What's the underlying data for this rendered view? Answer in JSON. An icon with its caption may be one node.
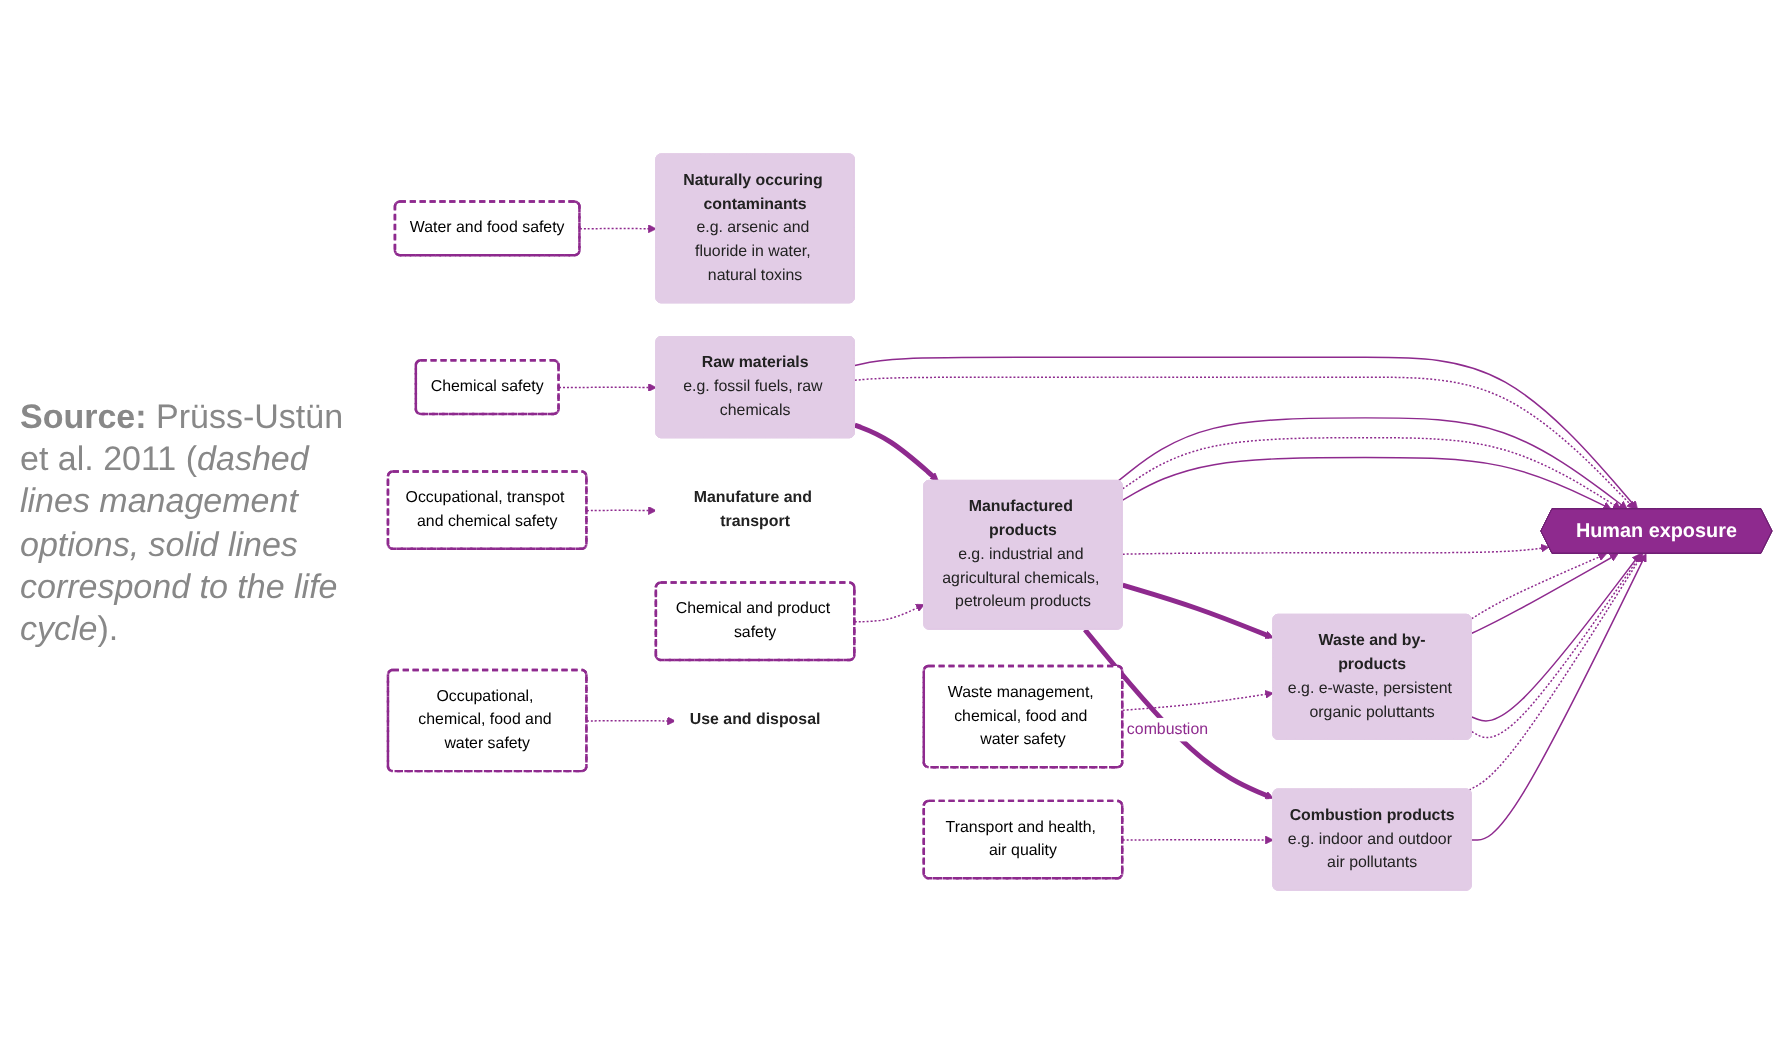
{
  "diagram": {
    "nodes": [
      {
        "text": [
          "Water and food safety"
        ]
      },
      {
        "text": [
          "Naturally occuring contaminants",
          "e.g. arsenic and fluoride in water, natural toxins"
        ]
      },
      {
        "text": [
          "Raw materials",
          "e.g. fossil fuels, raw chemicals"
        ]
      },
      {
        "text": [
          "Chemical safety"
        ]
      },
      {
        "text": [
          "Human exposure"
        ]
      },
      {
        "text": [
          "Occupational, transpot and chemical safety"
        ]
      },
      {
        "text": [
          "Manufature and transport"
        ]
      },
      {
        "text": [
          "Manufactured products",
          "e.g. industrial and agricultural chemicals, petroleum products"
        ]
      },
      {
        "text": [
          "Chemical and product safety"
        ]
      },
      {
        "text": [
          "Use and disposal"
        ]
      },
      {
        "text": [
          "Occupational, chemical, food and water safety"
        ]
      },
      {
        "text": [
          "Transport and health, air quality"
        ]
      },
      {
        "text": [
          "Combustion products",
          "e.g. indoor and outdoor air pollutants"
        ]
      },
      {
        "text": [
          "Waste and by-products",
          "e.g. e-waste, persistent organic poluttants"
        ]
      },
      {
        "text": [
          "Waste management, chemical, food and water safety"
        ]
      }
    ],
    "edges": [
      {
        "from": 0,
        "to": 1,
        "arrow": "to",
        "style": "dashed"
      },
      {
        "from": 3,
        "to": 2,
        "arrow": "to",
        "style": "dashed"
      },
      {
        "from": 2,
        "to": 4,
        "arrow": "to"
      },
      {
        "from": 2,
        "to": 4,
        "arrow": "to",
        "style": "dashed"
      },
      {
        "from": 2,
        "to": 7,
        "arrow": "to",
        "style": "thick"
      },
      {
        "from": 5,
        "to": 6,
        "arrow": "to",
        "style": "dashed"
      },
      {
        "from": 7,
        "to": 4,
        "arrow": "to"
      },
      {
        "from": 7,
        "to": 4,
        "arrow": "to",
        "style": "dashed"
      },
      {
        "from": 8,
        "to": 7,
        "arrow": "to",
        "style": "dashed"
      },
      {
        "from": 7,
        "to": 4,
        "arrow": "to"
      },
      {
        "from": 7,
        "to": 4,
        "arrow": "to",
        "style": "dashed"
      },
      {
        "from": 7,
        "to": 13,
        "arrow": "to",
        "style": "thick"
      },
      {
        "from": 10,
        "to": 9,
        "arrow": "to",
        "style": "dashed"
      },
      {
        "from": 7,
        "to": 12,
        "arrow": "to",
        "label": "combustion",
        "style": "thick"
      },
      {
        "from": 13,
        "to": 4,
        "arrow": "to",
        "style": "dashed"
      },
      {
        "from": 13,
        "to": 4,
        "arrow": "to"
      },
      {
        "from": 13,
        "to": 4,
        "arrow": "to"
      },
      {
        "from": 13,
        "to": 4,
        "arrow": "to",
        "style": "dashed"
      },
      {
        "from": 12,
        "to": 4,
        "arrow": "to",
        "style": "dashed"
      },
      {
        "from": 12,
        "to": 4,
        "arrow": "to"
      },
      {
        "from": 11,
        "to": 12,
        "arrow": "to",
        "style": "dashed"
      },
      {
        "from": 14,
        "to": 13,
        "arrow": "to",
        "style": "dashed"
      }
    ],
    "labels": [
      "**Source:** Prüss-Ustün et al. 2011 (*dashed lines management options, solid lines correspond to the life cycle*)."
    ]
  }
}
